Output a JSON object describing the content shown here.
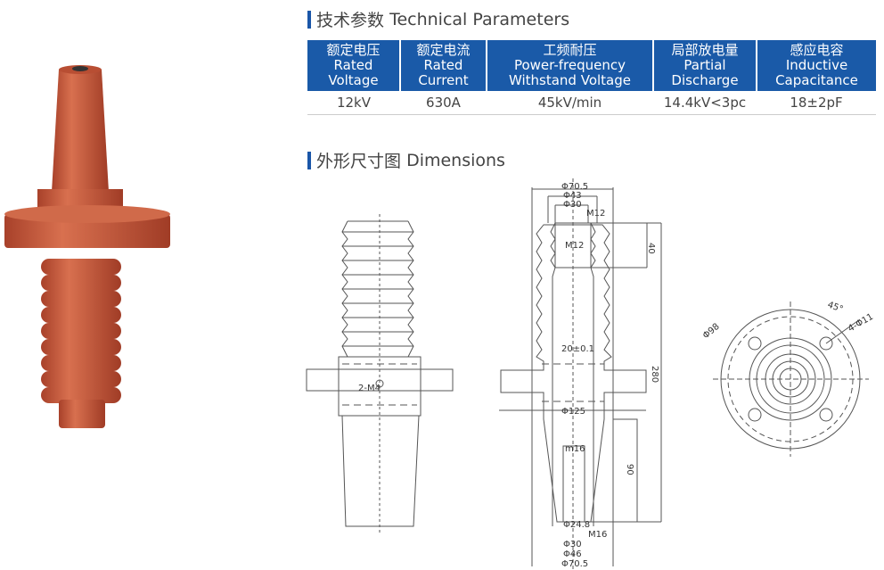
{
  "technical": {
    "title_cn": "技术参数",
    "title_en": "Technical Parameters",
    "columns": [
      {
        "cn": "额定电压",
        "en1": "Rated",
        "en2": "Voltage",
        "value": "12kV"
      },
      {
        "cn": "额定电流",
        "en1": "Rated",
        "en2": "Current",
        "value": "630A"
      },
      {
        "cn": "工频耐压",
        "en1": "Power-frequency",
        "en2": "Withstand Voltage",
        "value": "45kV/min"
      },
      {
        "cn": "局部放电量",
        "en1": "Partial",
        "en2": "Discharge",
        "value": "14.4kV<3pc"
      },
      {
        "cn": "感应电容",
        "en1": "Inductive",
        "en2": "Capacitance",
        "value": "18±2pF"
      }
    ]
  },
  "dimensions": {
    "title_cn": "外形尺寸图",
    "title_en": "Dimensions",
    "side_view": {
      "thread": "2-M4"
    },
    "section": {
      "top_outer": "Φ70.5",
      "top_mid": "Φ43",
      "top_inner": "Φ30",
      "top_thread": "M12",
      "inner_thread": "M12",
      "depth_top": "40",
      "height": "280",
      "bolt_spacing": "20±0.1",
      "flange": "Φ125",
      "bottom_depth": "90",
      "bottom_inner_thread": "m16",
      "bore": "Φ24.8",
      "bottom_thread": "M16",
      "bottom_inner": "Φ30",
      "bottom_mid": "Φ46",
      "bottom_outer": "Φ70.5"
    },
    "top_view": {
      "pcd": "Φ98",
      "angle": "45°",
      "holes": "4-Φ11"
    }
  },
  "colors": {
    "accent": "#1a5aa8",
    "product": "#c85a3c"
  }
}
